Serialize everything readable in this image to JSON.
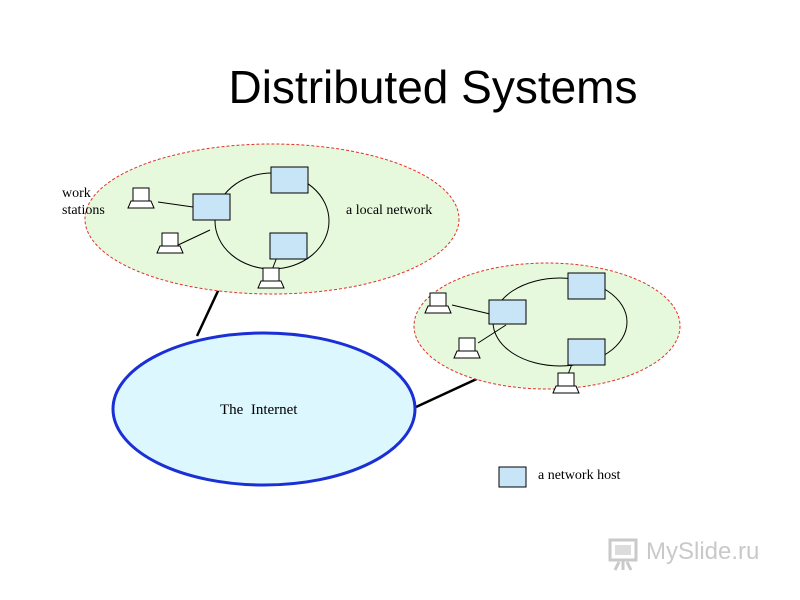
{
  "title": "Distributed Systems",
  "labels": {
    "workstations_line1": "work",
    "workstations_line2": "stations",
    "local_network": "a local network",
    "internet": "The  Internet",
    "legend_host": "a network host"
  },
  "watermark": "MySlide.ru",
  "colors": {
    "internet_fill": "#ddf7ff",
    "internet_stroke": "#1a2fd6",
    "lan_fill": "#e6f9dd",
    "lan_border": "#e2322a",
    "host_fill": "#c8e4f7"
  }
}
